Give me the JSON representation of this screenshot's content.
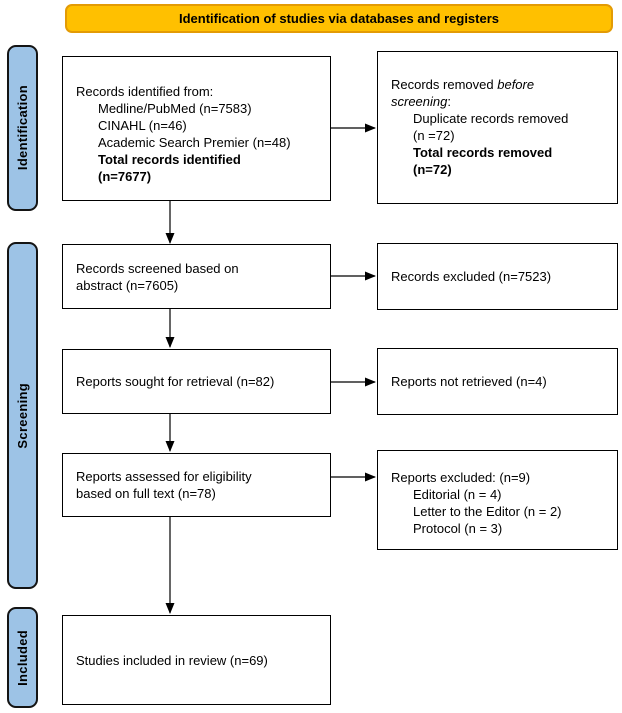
{
  "colors": {
    "banner_bg": "#FFC000",
    "banner_border": "#E39B05",
    "sidebar_bg": "#9DC3E6"
  },
  "banner": {
    "label": "Identification of studies via databases and registers"
  },
  "sidebar": {
    "items": [
      {
        "label": "Identification"
      },
      {
        "label": "Screening"
      },
      {
        "label": "Included"
      }
    ]
  },
  "boxes": {
    "identified": {
      "title": "Records identified from:",
      "items": [
        "Medline/PubMed (n=7583)",
        "CINAHL (n=46)",
        "Academic Search Premier (n=48)"
      ],
      "total_line1": "Total records identified",
      "total_line2": "(n=7677)"
    },
    "removed": {
      "line1_normal": "Records removed",
      "line1_italic": "before",
      "line2_italic": "screening",
      "line2_normal": ":",
      "items": [
        "Duplicate records removed",
        "(n =72)"
      ],
      "total_line1": "Total records removed",
      "total_line2": "(n=72)"
    },
    "screened": {
      "text": "Records screened based on abstract (n=7605)"
    },
    "excluded": {
      "text": "Records excluded (n=7523)"
    },
    "sought": {
      "text": "Reports sought for retrieval (n=82)"
    },
    "not_retrieved": {
      "text": "Reports not retrieved (n=4)"
    },
    "assessed": {
      "text": "Reports assessed for eligibility based on full text (n=78)"
    },
    "excluded_reports": {
      "title": "Reports excluded: (n=9)",
      "items": [
        "Editorial (n = 4)",
        "Letter to the Editor (n = 2)",
        "Protocol (n = 3)"
      ]
    },
    "included": {
      "text": "Studies included in review (n=69)"
    }
  }
}
